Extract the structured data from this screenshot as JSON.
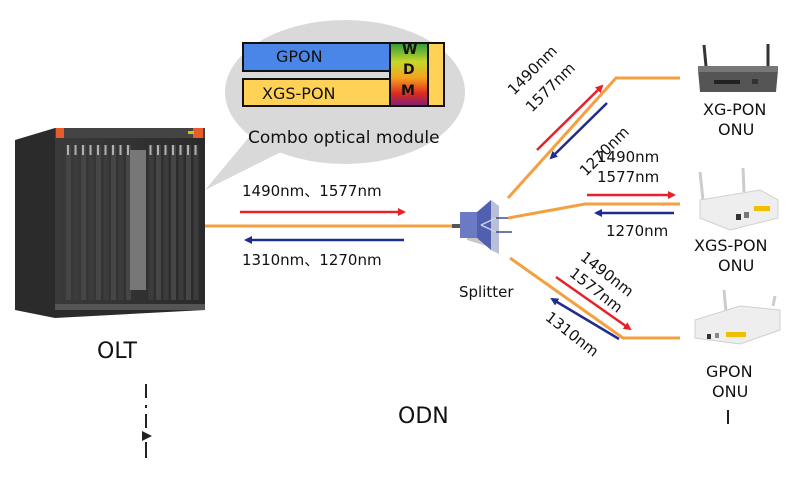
{
  "combo_module": {
    "gpon_label": "GPON",
    "xgspon_label": "XGS-PON",
    "wdm_letters": [
      "W",
      "D",
      "M"
    ],
    "caption": "Combo optical module",
    "gpon_color": "#4a86e8",
    "xgspon_color": "#ffd257"
  },
  "olt": {
    "label": "OLT"
  },
  "trunk": {
    "downstream_label": "1490nm、1577nm",
    "upstream_label": "1310nm、1270nm"
  },
  "splitter": {
    "label": "Splitter"
  },
  "branches": [
    {
      "name": "XG-PON ONU",
      "line1": "XG-PON",
      "line2": "ONU",
      "down_label_1": "1490nm",
      "down_label_2": "1577nm",
      "up_label": "1270nm"
    },
    {
      "name": "XGS-PON ONU",
      "line1": "XGS-PON",
      "line2": "ONU",
      "down_label_1": "1490nm",
      "down_label_2": "1577nm",
      "up_label": "1270nm"
    },
    {
      "name": "GPON ONU",
      "line1": "GPON",
      "line2": "ONU",
      "down_label_1": "1490nm",
      "down_label_2": "1577nm",
      "up_label": "1310nm"
    }
  ],
  "odn": {
    "label": "ODN"
  },
  "colors": {
    "fiber": "#f4a040",
    "downstream": "#e8202a",
    "upstream": "#1f2c8f",
    "bubble": "#d9d9d9"
  }
}
